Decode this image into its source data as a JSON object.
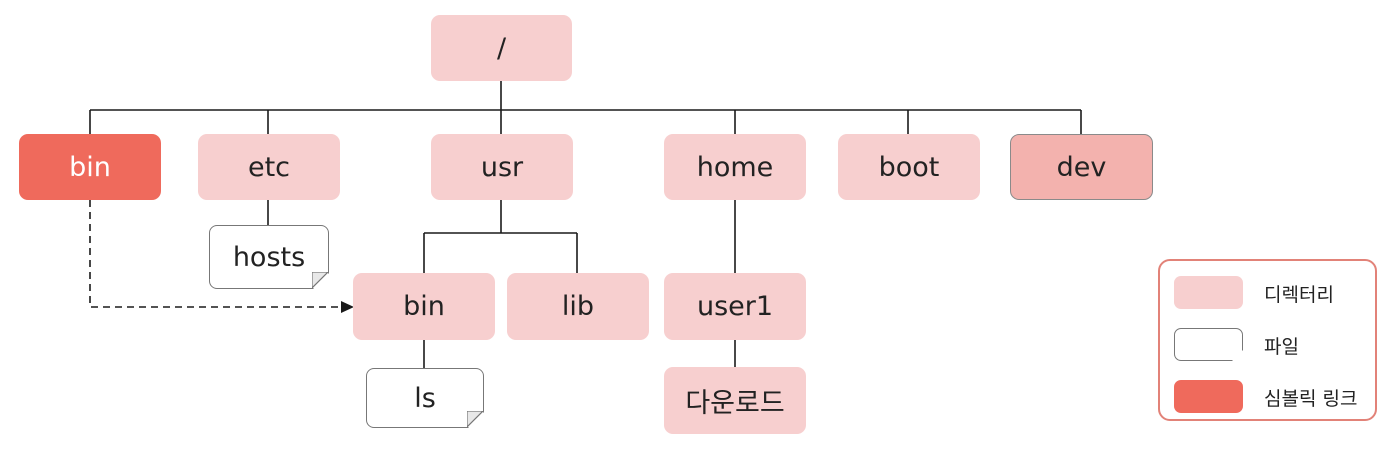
{
  "tree": {
    "root": "/",
    "level1": [
      "bin",
      "etc",
      "usr",
      "home",
      "boot",
      "dev"
    ],
    "etc_children": [
      "hosts"
    ],
    "usr_children": [
      "bin",
      "lib"
    ],
    "usr_bin_children": [
      "ls"
    ],
    "home_children": [
      "user1"
    ],
    "user1_children": [
      "다운로드"
    ]
  },
  "legend": {
    "directory": "디렉터리",
    "file": "파일",
    "symlink": "심볼릭 링크"
  },
  "colors": {
    "directory": "#f7cfcf",
    "symlink": "#ef6a5c",
    "dev": "#f3b2ae",
    "legend_border": "#e28278"
  }
}
